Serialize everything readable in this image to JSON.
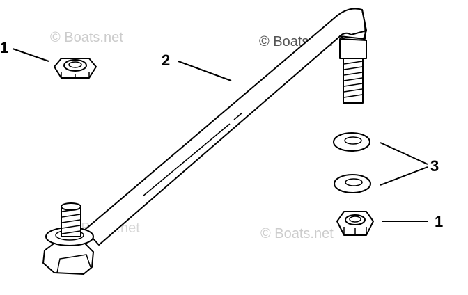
{
  "callouts": {
    "nut_top_left": "1",
    "steering_link_rod": "2",
    "washers": "3",
    "nut_right": "1"
  },
  "watermarks": {
    "top_left": "© Boats.net",
    "top_right": "© Boats.net",
    "bottom_left": "© Boats.net",
    "bottom_right": "© Boats.net"
  },
  "colors": {
    "line": "#000000",
    "background": "#ffffff",
    "watermark": "#c8c8c8",
    "watermark_dark": "#555555"
  }
}
